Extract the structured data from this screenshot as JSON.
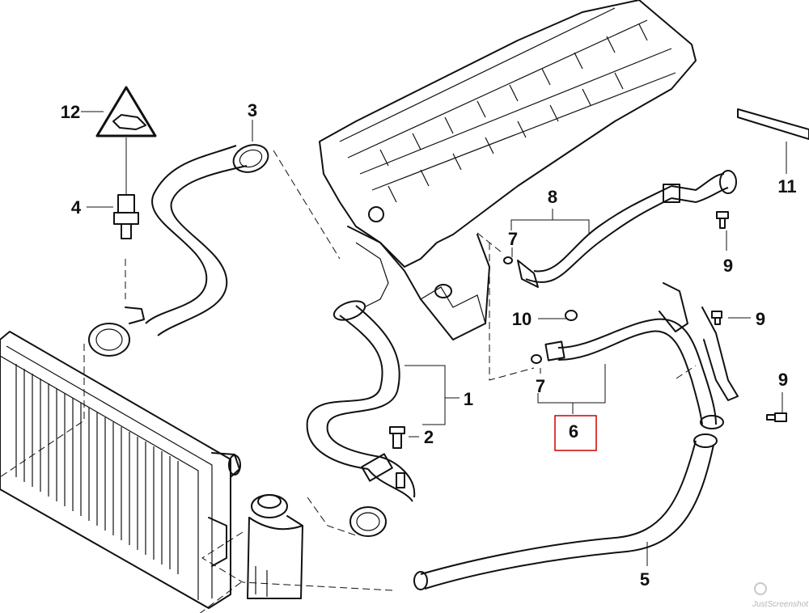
{
  "diagram": {
    "callouts": [
      {
        "id": "1",
        "text": "1"
      },
      {
        "id": "2",
        "text": "2"
      },
      {
        "id": "3",
        "text": "3"
      },
      {
        "id": "4",
        "text": "4"
      },
      {
        "id": "5",
        "text": "5"
      },
      {
        "id": "6",
        "text": "6",
        "highlighted": true
      },
      {
        "id": "7a",
        "text": "7"
      },
      {
        "id": "7b",
        "text": "7"
      },
      {
        "id": "8",
        "text": "8"
      },
      {
        "id": "9a",
        "text": "9"
      },
      {
        "id": "9b",
        "text": "9"
      },
      {
        "id": "9c",
        "text": "9"
      },
      {
        "id": "10",
        "text": "10"
      },
      {
        "id": "11",
        "text": "11"
      },
      {
        "id": "12",
        "text": "12"
      }
    ],
    "highlight_color": "#cc0000",
    "watermark": "JustScreenshot"
  }
}
